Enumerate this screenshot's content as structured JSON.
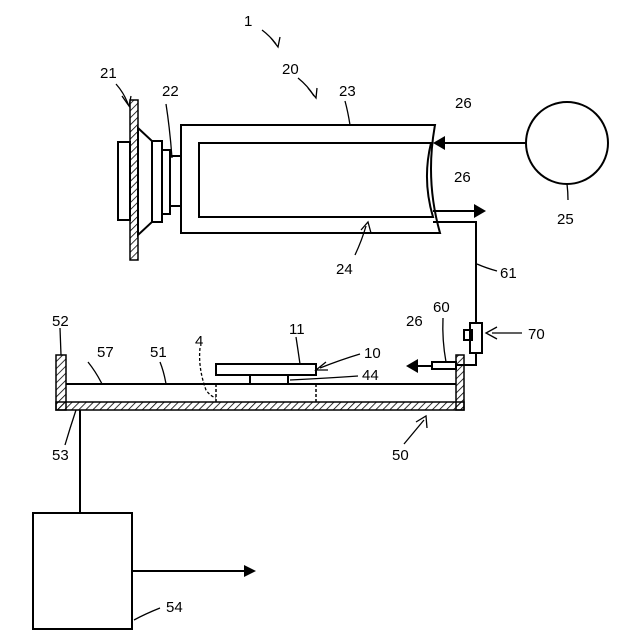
{
  "labels": {
    "l1": "1",
    "l20": "20",
    "l21": "21",
    "l22": "22",
    "l23": "23",
    "l26a": "26",
    "l26b": "26",
    "l26c": "26",
    "l25": "25",
    "l24": "24",
    "l61": "61",
    "l60": "60",
    "l70": "70",
    "l52": "52",
    "l57": "57",
    "l51": "51",
    "l4": "4",
    "l11": "11",
    "l10": "10",
    "l44": "44",
    "l53": "53",
    "l50": "50",
    "l54": "54"
  }
}
